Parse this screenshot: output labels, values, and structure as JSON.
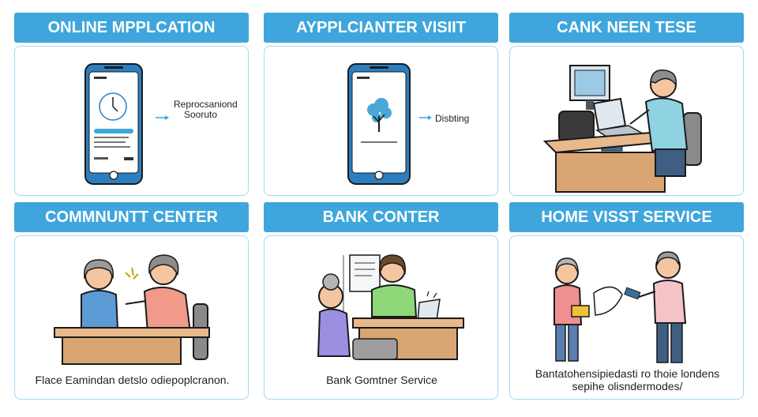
{
  "panels": [
    {
      "title": "ONLINE MPPLCATION",
      "side_label_line1": "Reprocsaniond",
      "side_label_line2": "Sooruto"
    },
    {
      "title": "AYPPLCIANTER VISIIT",
      "side_label": "Disbting"
    },
    {
      "title": "CANK NEEN TESE"
    },
    {
      "title": "COMMNUNTT CENTER",
      "caption": "Flace Eamindan detslo odiepoplcranon."
    },
    {
      "title": "BANK CONTER",
      "caption": "Bank Gomtner  Service"
    },
    {
      "title": "HOME VISST SERVICE",
      "caption_line1": "Bantatohensipiedasti ro thoie londens",
      "caption_line2": "sepihe olisndermodes/"
    }
  ],
  "colors": {
    "header": "#3ea6dc",
    "border": "#a9d6f0",
    "phone": "#2b7fc1"
  }
}
